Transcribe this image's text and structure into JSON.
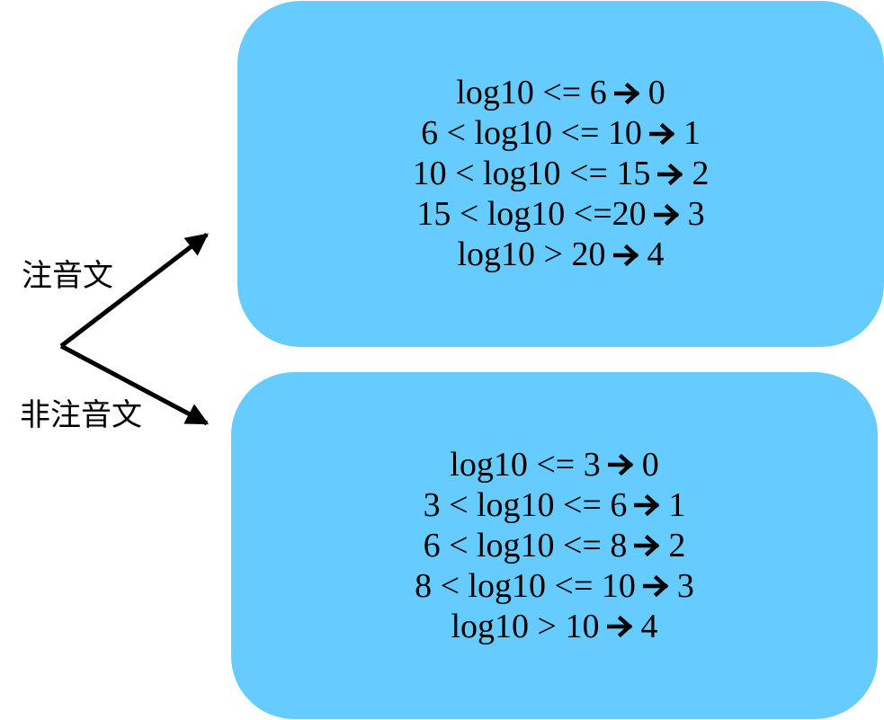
{
  "colors": {
    "box_fill": "#66CCFF",
    "arrow": "#000000",
    "text": "#000000"
  },
  "branches": {
    "top_label": "注音文",
    "bottom_label": "非注音文"
  },
  "top_box": {
    "rules": [
      {
        "condition": "log10 <= 6",
        "value": "0"
      },
      {
        "condition": "6 < log10 <= 10",
        "value": "1"
      },
      {
        "condition": "10 < log10 <= 15",
        "value": "2"
      },
      {
        "condition": "15 < log10 <=20",
        "value": "3"
      },
      {
        "condition": "log10 > 20",
        "value": "4"
      }
    ]
  },
  "bottom_box": {
    "rules": [
      {
        "condition": "log10 <= 3",
        "value": "0"
      },
      {
        "condition": "3 < log10 <= 6",
        "value": "1"
      },
      {
        "condition": "6 < log10 <= 8",
        "value": "2"
      },
      {
        "condition": "8 < log10 <= 10",
        "value": "3"
      },
      {
        "condition": "log10 > 10",
        "value": "4"
      }
    ]
  }
}
